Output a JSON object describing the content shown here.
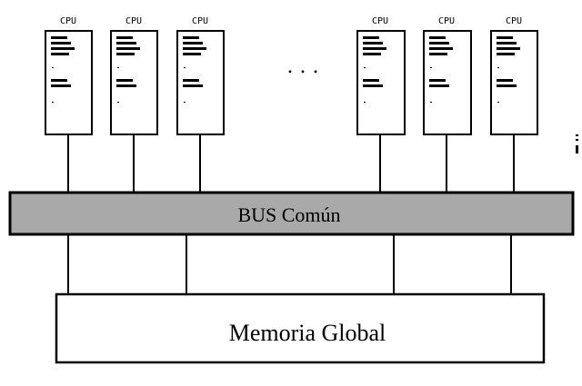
{
  "diagram": {
    "cpus": [
      {
        "label": "CPU"
      },
      {
        "label": "CPU"
      },
      {
        "label": "CPU"
      },
      {
        "label": "CPU"
      },
      {
        "label": "CPU"
      },
      {
        "label": "CPU"
      }
    ],
    "ellipsis": ". . .",
    "bus": {
      "label": "BUS Común",
      "fill_color": "#a9a9a9"
    },
    "memory": {
      "label": "Memoria Global",
      "fill_color": "#ffffff"
    },
    "line_color": "#000000"
  }
}
